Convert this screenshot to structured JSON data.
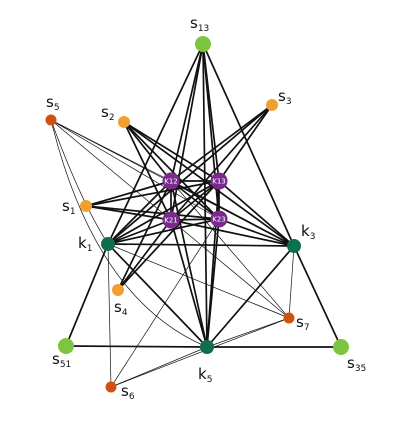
{
  "colors": {
    "green": "#7dc540",
    "dark_green": "#0e6e4f",
    "orange": "#f0a030",
    "dark_orange": "#d2500f",
    "purple": "#7a2a8c",
    "edge": "#111111"
  },
  "nodes": {
    "s13": {
      "label": "s",
      "sub": "13"
    },
    "s5": {
      "label": "s",
      "sub": "5"
    },
    "s2": {
      "label": "s",
      "sub": "2"
    },
    "s3": {
      "label": "s",
      "sub": "3"
    },
    "s1": {
      "label": "s",
      "sub": "1"
    },
    "s4": {
      "label": "s",
      "sub": "4"
    },
    "s7": {
      "label": "s",
      "sub": "7"
    },
    "s51": {
      "label": "s",
      "sub": "51"
    },
    "s35": {
      "label": "s",
      "sub": "35"
    },
    "s6": {
      "label": "s",
      "sub": "6"
    },
    "k1": {
      "label": "k",
      "sub": "1"
    },
    "k3": {
      "label": "k",
      "sub": "3"
    },
    "k5": {
      "label": "k",
      "sub": "5"
    },
    "k12": {
      "inner": "K12"
    },
    "k13": {
      "inner": "K13"
    },
    "k21": {
      "inner": "K21"
    },
    "k23": {
      "inner": "K23"
    }
  }
}
